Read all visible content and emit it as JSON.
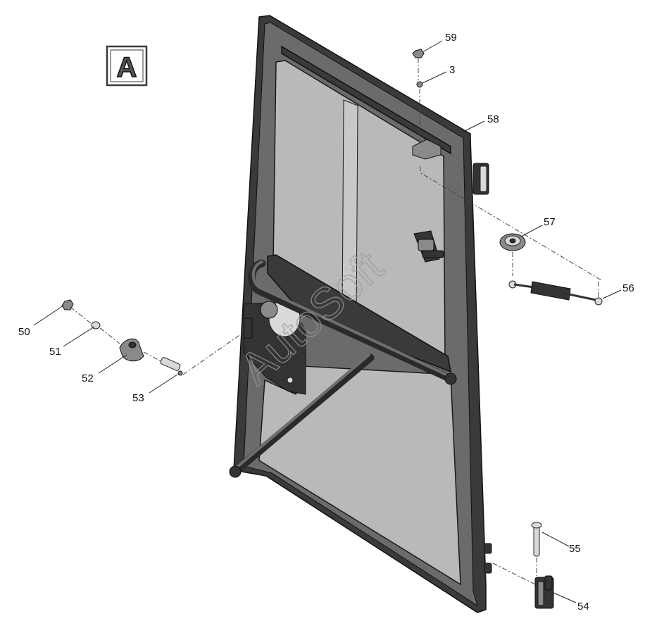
{
  "view_label": "A",
  "watermark": "AutoSoft",
  "callouts": {
    "p59": "59",
    "p3": "3",
    "p58": "58",
    "p57": "57",
    "p56": "56",
    "p50": "50",
    "p51": "51",
    "p52": "52",
    "p53": "53",
    "p55": "55",
    "p54": "54"
  }
}
